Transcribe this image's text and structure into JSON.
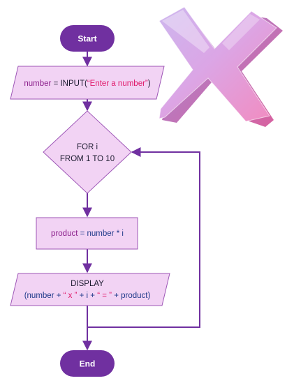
{
  "flowchart": {
    "start_label": "Start",
    "input": {
      "variable": "number",
      "operator": " = ",
      "function": "INPUT(",
      "prompt": "“Enter a number”",
      "close": ")"
    },
    "loop": {
      "line1": "FOR i",
      "line2": "FROM 1 TO 10"
    },
    "process": {
      "variable": "product",
      "expression": " = number * i"
    },
    "display": {
      "title": "DISPLAY",
      "open": "(number + ",
      "str1": "“ x ”",
      "mid": " + i + ",
      "str2": "“ = ”",
      "close": " + product)"
    },
    "end_label": "End"
  },
  "colors": {
    "terminal_fill": "#7030a0",
    "terminal_text": "#ffffff",
    "shape_fill": "#f2d3f4",
    "shape_stroke": "#9d56b6",
    "arrow": "#7030a0",
    "variable_text": "#8b1f8b",
    "string_text": "#e01a6a",
    "code_text": "#1f3a8a",
    "label_text": "#1a1a2e"
  },
  "decoration": {
    "icon": "cross-mark-icon"
  }
}
